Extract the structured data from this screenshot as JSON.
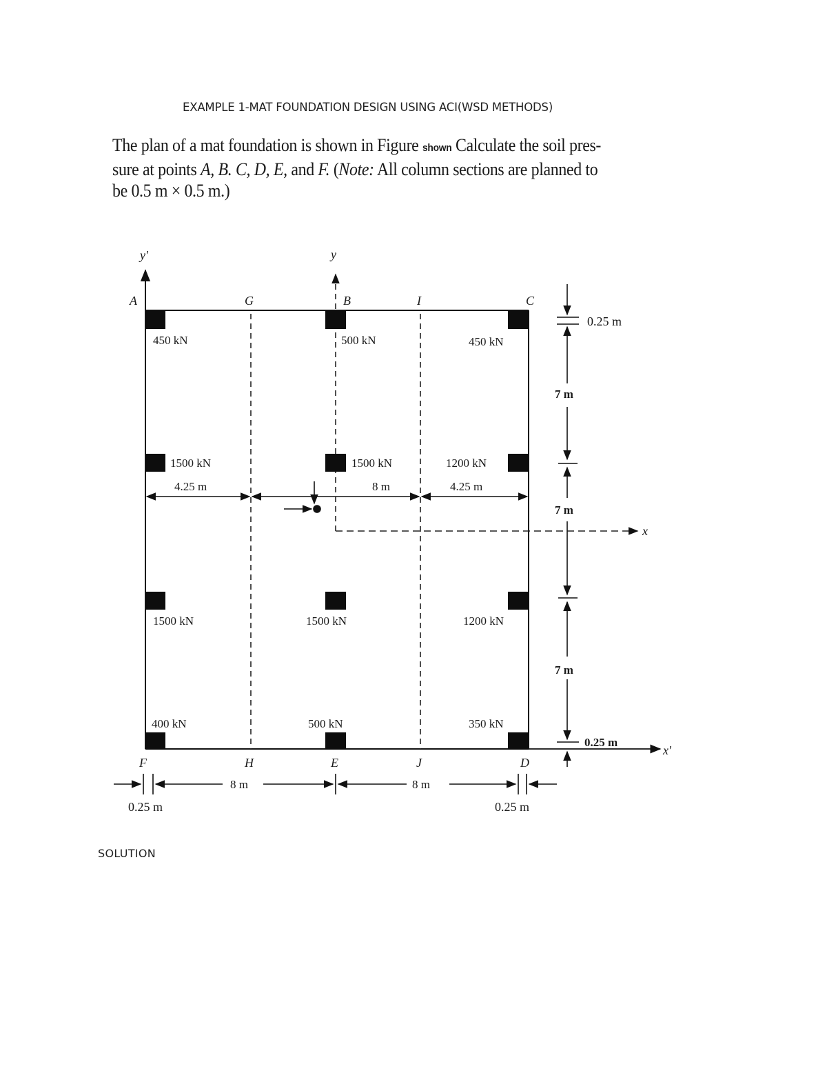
{
  "document": {
    "heading": "EXAMPLE 1-MAT FOUNDATION DESIGN USING ACI(WSD METHODS)",
    "problem": {
      "line1_a": "The plan of a mat foundation is shown in Figure ",
      "line1_small": "shown",
      "line1_b": " Calculate the soil pres-",
      "line2_a": "sure at points ",
      "line2_points": "A, B. C, D, E,",
      "line2_b": " and ",
      "line2_f": "F.",
      "line2_c": " (",
      "line2_note": "Note:",
      "line2_d": " All column sections are planned to",
      "line3": "be 0.5 m × 0.5 m.)"
    },
    "solution_label": "SOLUTION"
  },
  "figure": {
    "axes": {
      "y_prime": "y'",
      "y": "y",
      "x": "x",
      "x_prime": "x'"
    },
    "points": {
      "A": "A",
      "G": "G",
      "B": "B",
      "I": "I",
      "C": "C",
      "F": "F",
      "H": "H",
      "E": "E",
      "J": "J",
      "D": "D"
    },
    "loads": {
      "row1": [
        "450 kN",
        "500 kN",
        "450 kN"
      ],
      "row2": [
        "1500 kN",
        "1500 kN",
        "1200 kN"
      ],
      "row3": [
        "1500 kN",
        "1500 kN",
        "1200 kN"
      ],
      "row4": [
        "400 kN",
        "500 kN",
        "350 kN"
      ]
    },
    "dimensions": {
      "top_edge": "0.25 m",
      "span1": "7 m",
      "span2": "7 m",
      "span3": "7 m",
      "bottom_edge": "0.25 m",
      "left_4_25": "4.25 m",
      "mid_8": "8 m",
      "right_4_25": "4.25 m",
      "bottom_left_edge": "0.25 m",
      "bottom_8_left": "8 m",
      "bottom_8_right": "8 m",
      "bottom_right_edge": "0.25 m"
    }
  }
}
